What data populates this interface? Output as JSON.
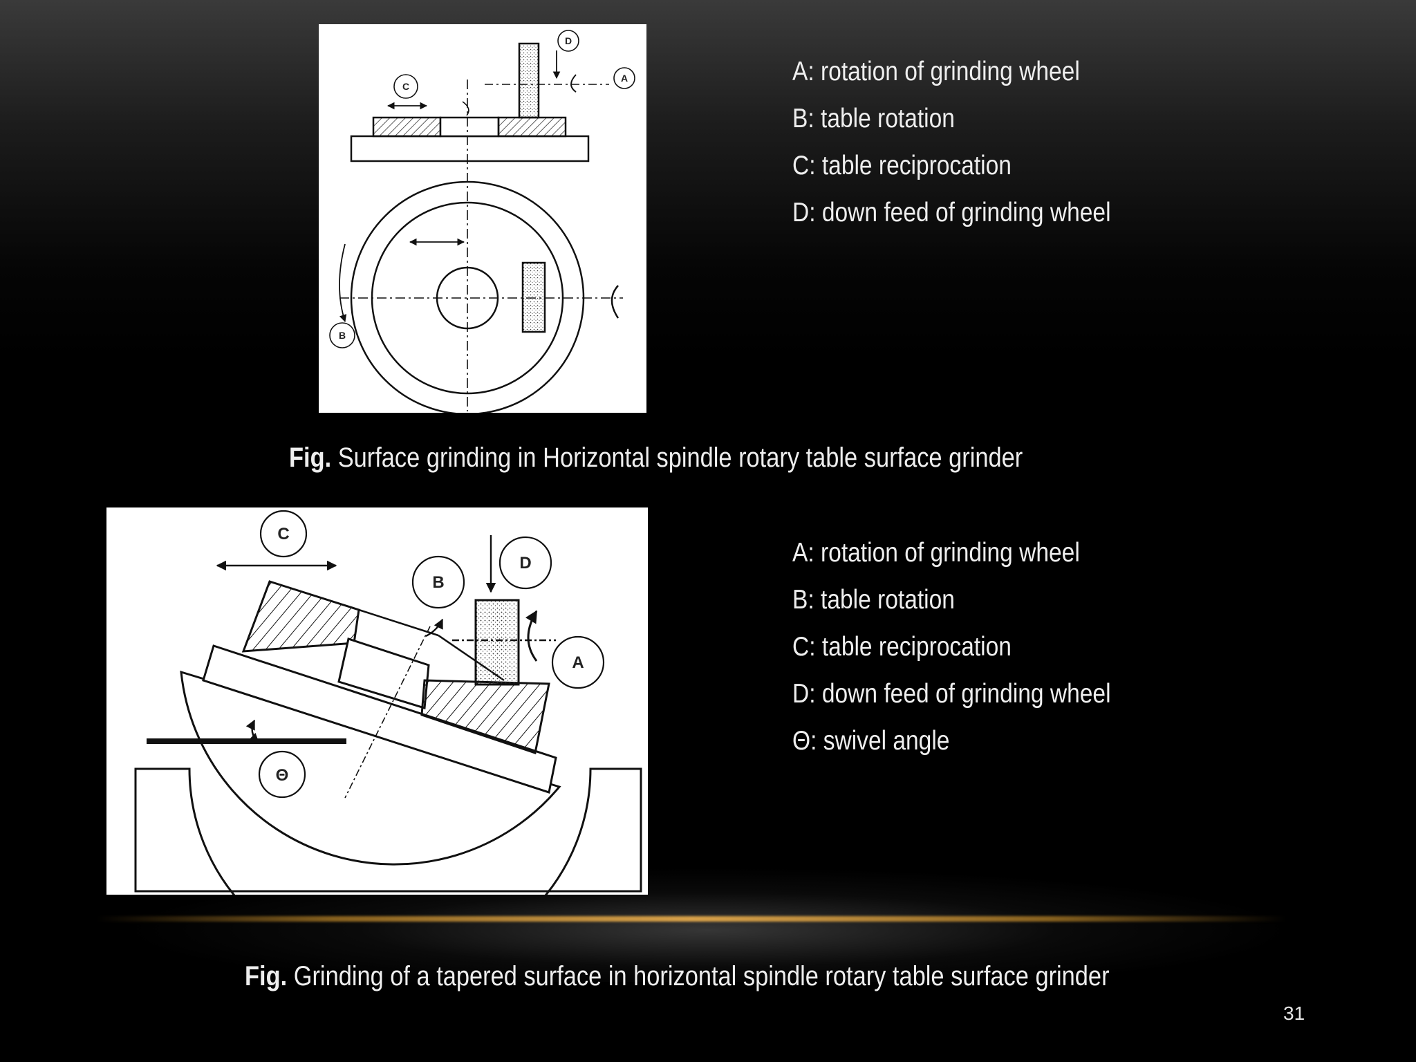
{
  "figure1": {
    "callouts": {
      "a": "A",
      "b": "B",
      "c": "C",
      "d": "D"
    },
    "legend": [
      "A: rotation of grinding wheel",
      "B: table rotation",
      "C: table reciprocation",
      "D: down feed of grinding wheel"
    ],
    "caption_prefix": "Fig.",
    "caption_text": "Surface grinding in Horizontal spindle rotary table surface grinder"
  },
  "figure2": {
    "callouts": {
      "a": "A",
      "b": "B",
      "c": "C",
      "d": "D",
      "theta": "Θ"
    },
    "legend": [
      "A: rotation of grinding wheel",
      "B: table rotation",
      "C: table reciprocation",
      "D: down feed of grinding wheel",
      "Θ: swivel angle"
    ],
    "caption_prefix": "Fig.",
    "caption_text": "Grinding of a tapered surface in horizontal spindle rotary table surface grinder"
  },
  "page_number": "31",
  "colors": {
    "background": "#000000",
    "text": "#eeeeee",
    "accent_line": "#d9a24a"
  }
}
